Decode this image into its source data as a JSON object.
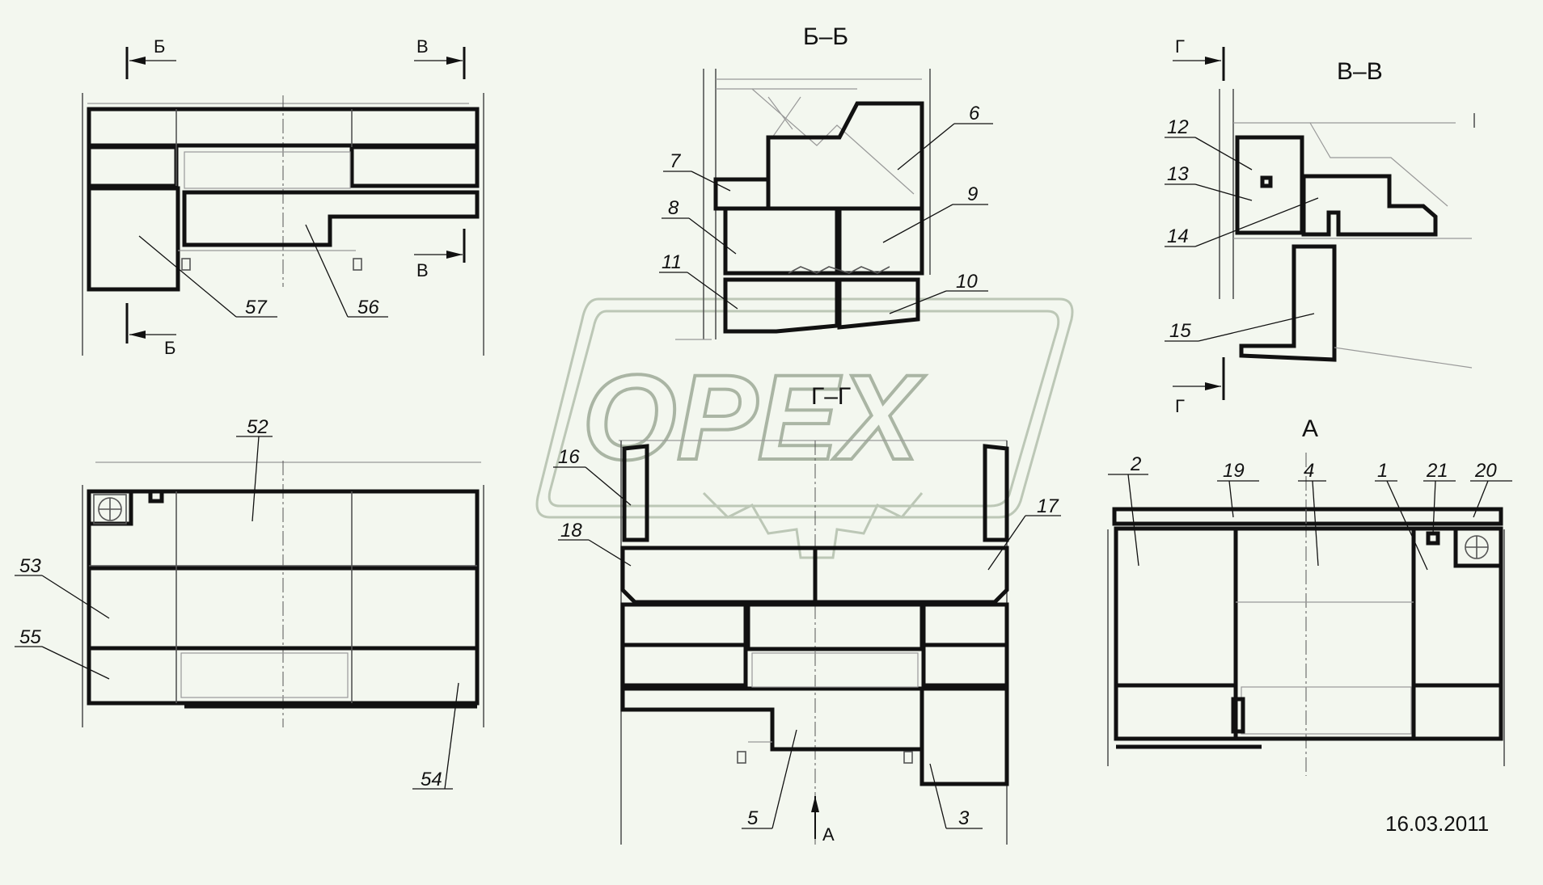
{
  "sections": {
    "bb": "Б–Б",
    "vv": "В–В",
    "gg": "Г–Г",
    "a": "А"
  },
  "cut_marks": {
    "b": "Б",
    "v": "В",
    "g": "Г",
    "a": "А"
  },
  "parts": {
    "p1": "1",
    "p2": "2",
    "p3": "3",
    "p4": "4",
    "p5": "5",
    "p6": "6",
    "p7": "7",
    "p8": "8",
    "p9": "9",
    "p10": "10",
    "p11": "11",
    "p12": "12",
    "p13": "13",
    "p14": "14",
    "p15": "15",
    "p16": "16",
    "p17": "17",
    "p18": "18",
    "p19": "19",
    "p20": "20",
    "p21": "21",
    "p52": "52",
    "p53": "53",
    "p54": "54",
    "p55": "55",
    "p56": "56",
    "p57": "57"
  },
  "watermark": "OPEX",
  "date": "16.03.2011"
}
